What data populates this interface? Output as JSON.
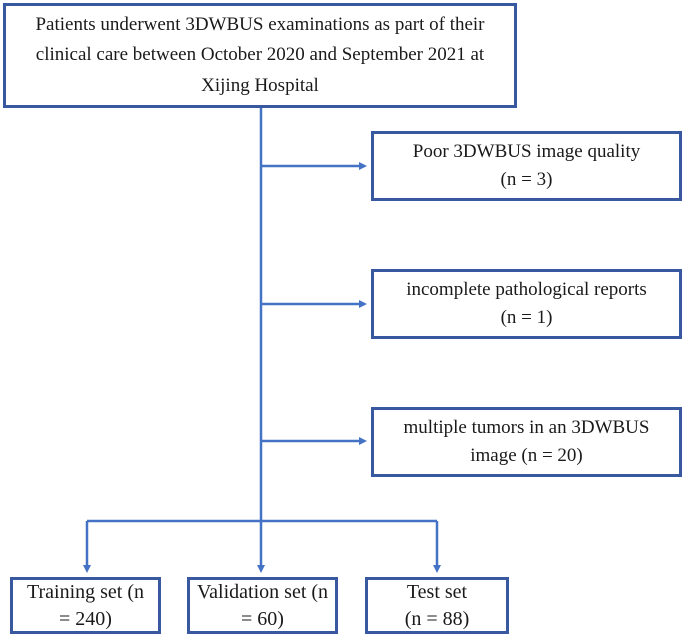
{
  "colors": {
    "box_border": "#38599f",
    "arrow": "#4472c4",
    "text": "#1a1a1a",
    "background": "#ffffff"
  },
  "top_box": {
    "text": "Patients underwent 3DWBUS  examinations as part of their\nclinical care between October 2020 and September 2021 at\nXijing Hospital"
  },
  "exclusion_boxes": [
    {
      "text": "Poor 3DWBUS image quality\n(n = 3)"
    },
    {
      "text": "incomplete pathological reports\n(n = 1)"
    },
    {
      "text": "multiple tumors in an 3DWBUS\nimage (n = 20)"
    }
  ],
  "outcome_boxes": [
    {
      "text": "Training set (n\n= 240)"
    },
    {
      "text": "Validation set (n\n= 60)"
    },
    {
      "text": "Test set\n(n = 88)"
    }
  ]
}
